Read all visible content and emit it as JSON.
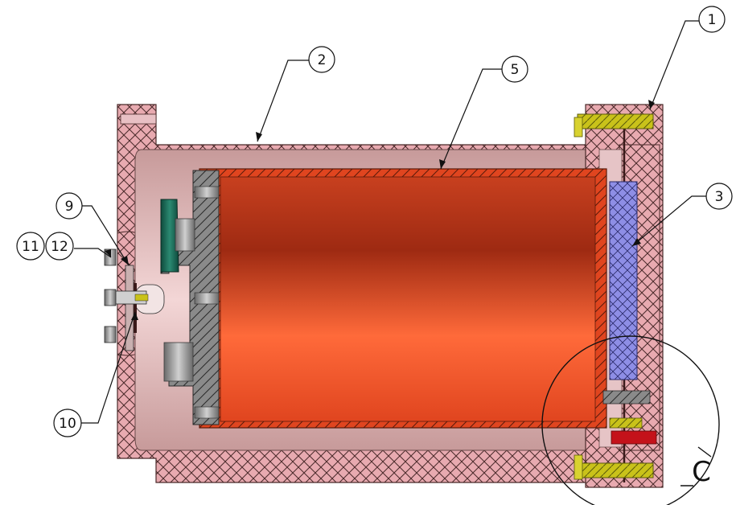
{
  "drawing": {
    "callouts": {
      "c1": "1",
      "c2": "2",
      "c3": "3",
      "c5": "5",
      "c9": "9",
      "c10": "10",
      "c11": "11",
      "c12": "12"
    },
    "detail_label": "C"
  },
  "colors": {
    "housing": "#e8aab0",
    "housing_hatch": "#4a2a2a",
    "interior": "#d8b0b0",
    "battery": "#e0451f",
    "battery_shell": "#d8351a",
    "gray_part": "#8a8a8a",
    "green_part": "#1f6e5c",
    "blue_part": "#8e8ee6",
    "yellow_part": "#c9c21a",
    "red_part": "#c4121a"
  }
}
